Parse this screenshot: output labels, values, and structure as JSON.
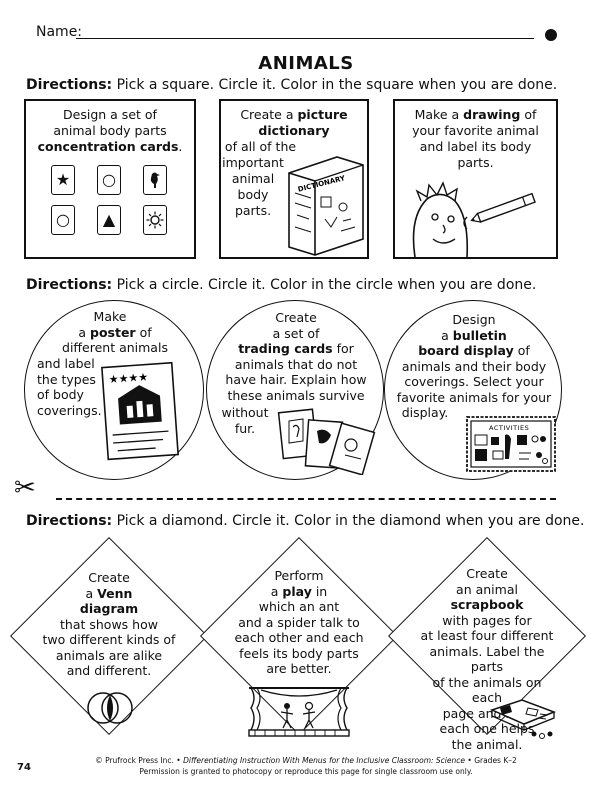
{
  "header": {
    "name_label": "Name:",
    "title": "ANIMALS"
  },
  "sections": {
    "squares": {
      "dir_lead": "Directions:",
      "dir_text": " Pick a square. Circle it. Color in the square when you are done."
    },
    "circles": {
      "dir_lead": "Directions:",
      "dir_text": " Pick a circle. Circle it. Color in the circle when you are done."
    },
    "diamonds": {
      "dir_lead": "Directions:",
      "dir_text": " Pick a diamond. Circle it. Color in the diamond when you are done."
    }
  },
  "square1": {
    "line1": "Design a set of",
    "line2": "animal body parts",
    "bold": "concentration cards",
    "tail": "."
  },
  "square2": {
    "pre": "Create a ",
    "bold": "picture dictionary",
    "line3": "of all of the",
    "line4": "important",
    "line5": "animal",
    "line6": "body",
    "line7": "parts.",
    "book_label": "DICTIONARY"
  },
  "square3": {
    "pre": "Make a ",
    "bold": "drawing",
    "post": " of",
    "line2": "your favorite animal",
    "line3": "and label its body",
    "line4": "parts."
  },
  "circle1": {
    "line1": "Make",
    "line2_pre": "a ",
    "bold": "poster",
    "line2_post": " of",
    "line3": "different animals",
    "line4": "and label",
    "line5": "the types",
    "line6": "of body",
    "line7": "coverings."
  },
  "circle2": {
    "line1": "Create",
    "line2": "a set of",
    "bold": "trading cards",
    "line3_post": " for",
    "line4": "animals that do not",
    "line5": "have hair. Explain how",
    "line6": "these animals survive",
    "line7": "without",
    "line8": "fur."
  },
  "circle3": {
    "line1": "Design",
    "line2_pre": "a ",
    "bold1": "bulletin",
    "bold2": "board display",
    "line3_post": " of",
    "line4": "animals and their body",
    "line5": "coverings. Select your",
    "line6": "favorite animals for your",
    "line7": "display.",
    "board_label": "ACTIVITIES"
  },
  "diamond1": {
    "line1": "Create",
    "line2_pre": "a ",
    "bold1": "Venn",
    "bold2": "diagram",
    "line4": "that shows how",
    "line5": "two different kinds of",
    "line6": "animals are alike",
    "line7": "and different."
  },
  "diamond2": {
    "line1": "Perform",
    "line2_pre": "a ",
    "bold": "play",
    "line2_post": " in",
    "line3": "which an ant",
    "line4": "and a spider talk to",
    "line5": "each other and each",
    "line6": "feels its body parts",
    "line7": "are better."
  },
  "diamond3": {
    "line1": "Create",
    "line2": "an animal",
    "bold": "scrapbook",
    "line4": "with pages for",
    "line5": "at least four different",
    "line6": "animals. Label the parts",
    "line7": "of the animals on each",
    "line8": "page and how",
    "line9": "each one helps",
    "line10": "the animal."
  },
  "footer": {
    "page_number": "74",
    "pre": "© Prufrock Press Inc. • ",
    "italic": "Differentiating Instruction With Menus for the Inclusive Classroom: Science",
    "post": " • Grades K–2",
    "permission": "Permission is granted to photocopy or reproduce this page for single classroom use only."
  }
}
